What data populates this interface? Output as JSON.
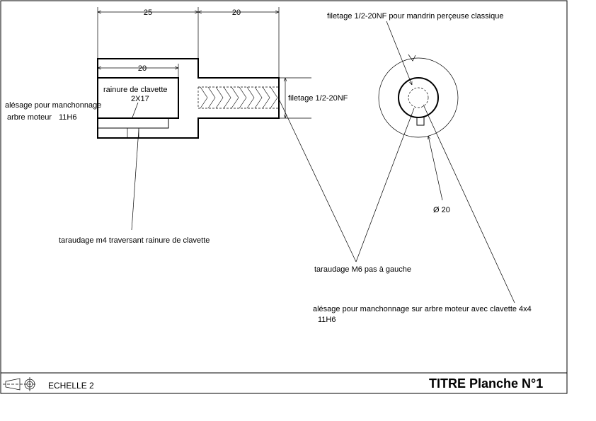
{
  "dimensions": {
    "dim_25": "25",
    "dim_20_top": "20",
    "dim_20_inner": "20",
    "dim_diameter": "Ø 20"
  },
  "annotations": {
    "rainure_line1": "rainure de clavette",
    "rainure_line2": "2X17",
    "alesage_left_line1": "alésage pour manchonnage",
    "alesage_left_line2": "arbre moteur",
    "alesage_left_tol": "11H6",
    "filetage_side": "filetage 1/2-20NF",
    "filetage_top": "filetage 1/2-20NF pour mandrin perçeuse classique",
    "taraudage_m4": "taraudage m4 traversant rainure de clavette",
    "taraudage_m6": "taraudage M6 pas à gauche",
    "alesage_right_line1": "alésage pour manchonnage sur arbre moteur avec clavette 4x4",
    "alesage_right_tol": "11H6"
  },
  "title_block": {
    "scale": "ECHELLE 2",
    "title": "TITRE Planche N°1",
    "projection_icon": "first-angle-projection-icon"
  }
}
